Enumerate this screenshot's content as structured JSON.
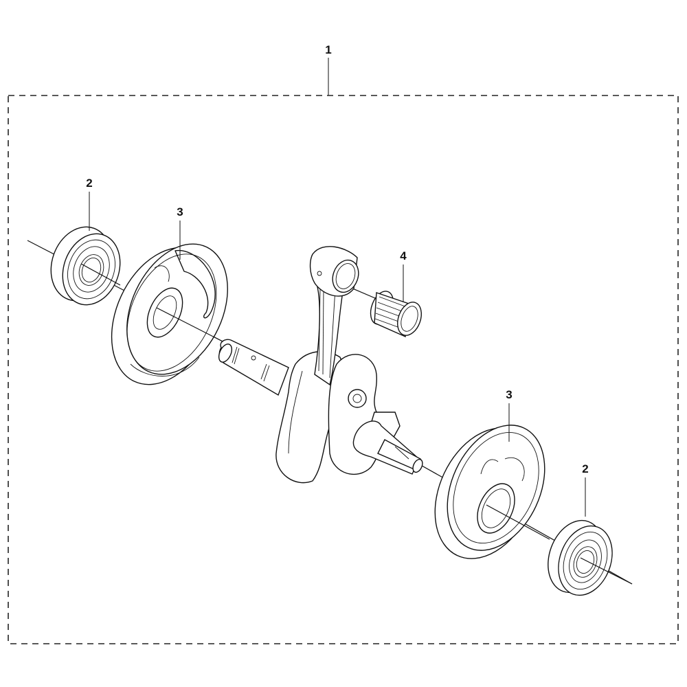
{
  "diagram": {
    "type": "exploded-parts-diagram",
    "subject": "crankshaft assembly",
    "line_color": "#111111",
    "background": "#ffffff"
  },
  "callouts": [
    {
      "id": "c1",
      "label": "1",
      "part": "crankshaft assembly (kit)"
    },
    {
      "id": "c2a",
      "label": "2",
      "part": "ball bearing (left)"
    },
    {
      "id": "c3a",
      "label": "3",
      "part": "crank web cover / disc (left)"
    },
    {
      "id": "c4",
      "label": "4",
      "part": "needle bearing"
    },
    {
      "id": "c3b",
      "label": "3",
      "part": "crank web cover / disc (right)"
    },
    {
      "id": "c2b",
      "label": "2",
      "part": "ball bearing (right)"
    }
  ]
}
